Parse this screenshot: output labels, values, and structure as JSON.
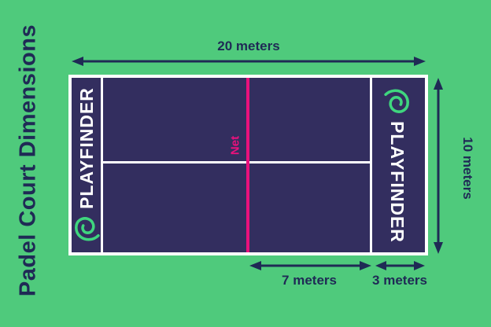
{
  "title": "Padel Court Dimensions",
  "brand": {
    "name": "PLAYFINDER"
  },
  "court": {
    "net_label": "Net"
  },
  "dimensions": {
    "width_label": "20 meters",
    "height_label": "10 meters",
    "net_to_service_label": "7 meters",
    "service_to_back_label": "3 meters"
  },
  "colors": {
    "background": "#4fca7c",
    "court": "#332e5f",
    "navy": "#1f2a55",
    "pink": "#e9117c",
    "white": "#ffffff",
    "logo_green": "#3fd67e"
  }
}
